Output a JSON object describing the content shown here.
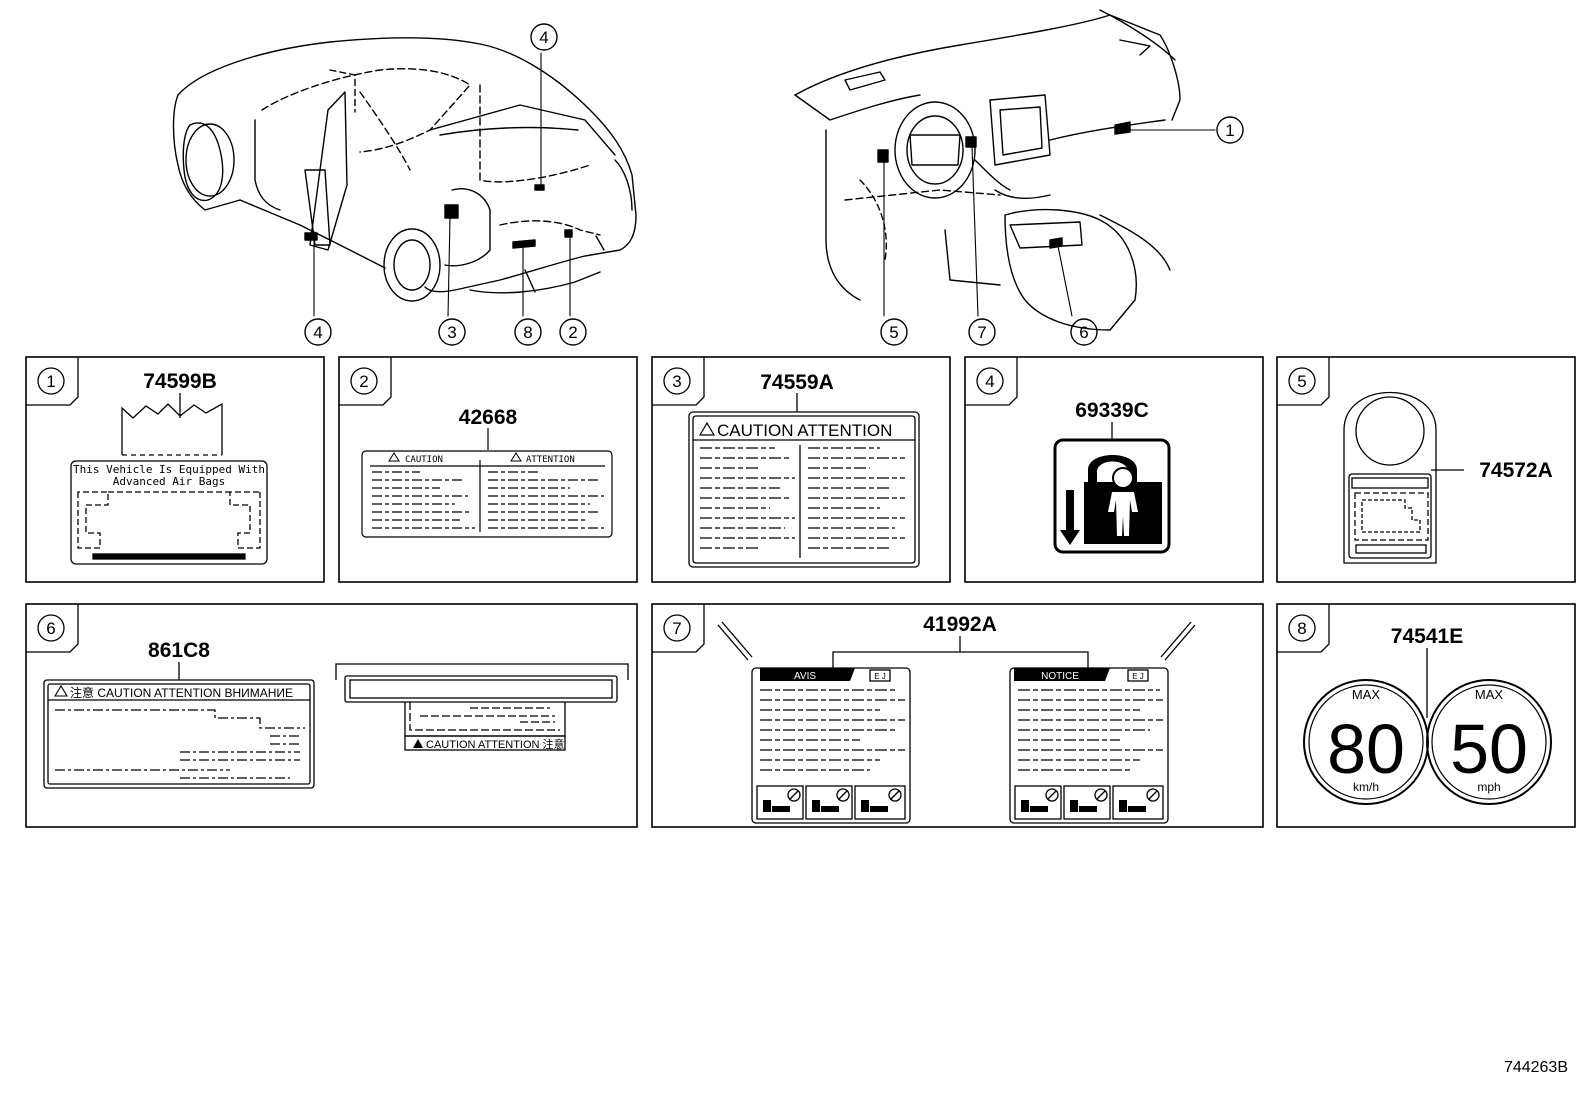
{
  "callouts": [
    "1",
    "2",
    "3",
    "4",
    "5",
    "6",
    "7",
    "8"
  ],
  "labels": {
    "p1": {
      "num": "1",
      "part": "74599B",
      "text_line1": "This Vehicle Is Equipped With",
      "text_line2": "Advanced  Air  Bags"
    },
    "p2": {
      "num": "2",
      "part": "42668",
      "caution": "CAUTION",
      "attention": "ATTENTION"
    },
    "p3": {
      "num": "3",
      "part": "74559A",
      "header": "CAUTION ATTENTION"
    },
    "p4": {
      "num": "4",
      "part": "69339C"
    },
    "p5": {
      "num": "5",
      "part": "74572A"
    },
    "p6": {
      "num": "6",
      "part": "861C8",
      "header": "注意 CAUTION  ATTENTION  ВНИМАНИЕ",
      "footer": "CAUTION  ATTENTION  注意"
    },
    "p7": {
      "num": "7",
      "part": "41992A",
      "left_tab": "AVIS",
      "right_tab": "NOTICE",
      "lang_tag": "E J"
    },
    "p8": {
      "num": "8",
      "part": "74541E",
      "max": "MAX",
      "kmh_value": "80",
      "kmh_unit": "km/h",
      "mph_value": "50",
      "mph_unit": "mph"
    }
  },
  "reference_id": "744263B"
}
